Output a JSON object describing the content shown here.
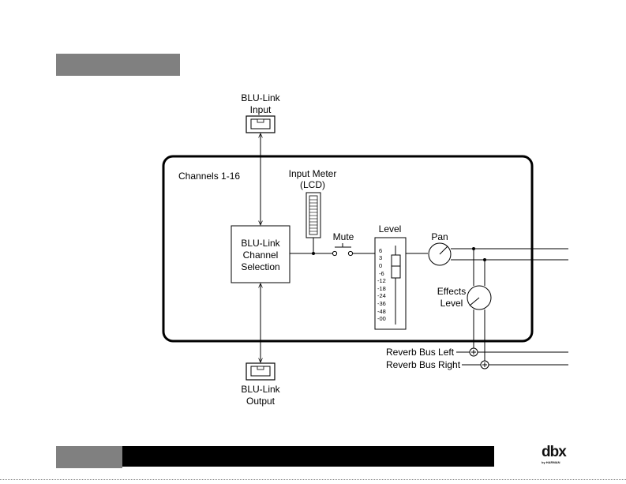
{
  "blu_link_input": {
    "line1": "BLU-Link",
    "line2": "Input"
  },
  "blu_link_output": {
    "line1": "BLU-Link",
    "line2": "Output"
  },
  "channels_label": "Channels 1-16",
  "input_meter": {
    "line1": "Input Meter",
    "line2": "(LCD)"
  },
  "channel_selection": {
    "line1": "BLU-Link",
    "line2": "Channel",
    "line3": "Selection"
  },
  "mute_label": "Mute",
  "level_label": "Level",
  "fader_scale": [
    "6",
    "3",
    "0",
    "-6",
    "-12",
    "-18",
    "-24",
    "-36",
    "-48",
    "-00"
  ],
  "pan_label": "Pan",
  "effects_level": {
    "line1": "Effects",
    "line2": "Level"
  },
  "reverb_bus_left": "Reverb Bus Left",
  "reverb_bus_right": "Reverb Bus Right",
  "logo": {
    "text": "dbx",
    "sub": "by HARMAN"
  }
}
